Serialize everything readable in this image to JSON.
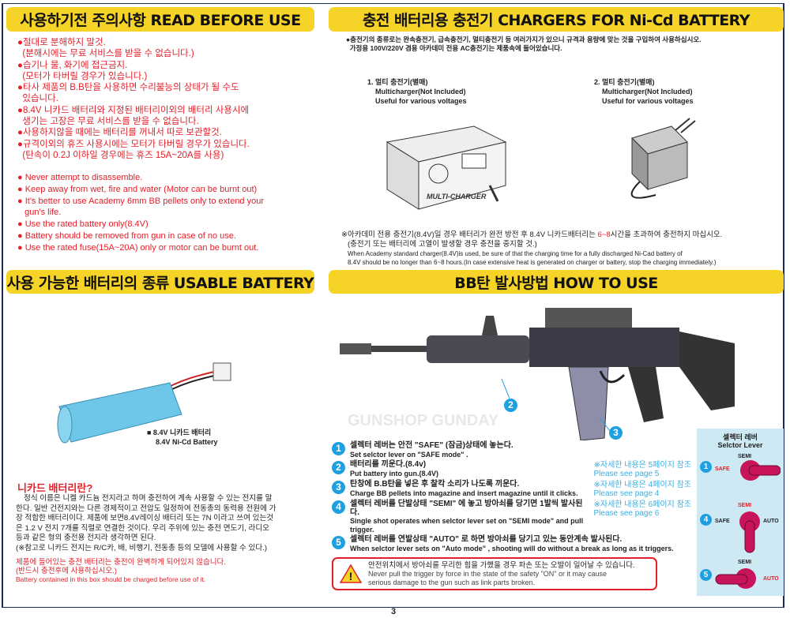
{
  "headers": {
    "read_before_use": "사용하기전 주의사항 READ BEFORE USE",
    "chargers": "충전 배터리용 충전기 CHARGERS FOR Ni-Cd BATTERY",
    "usable_battery": "사용 가능한 배터리의 종류 USABLE BATTERY",
    "how_to_use": "BB탄 발사방법 HOW TO USE"
  },
  "warnings_ko": [
    "●절대로 분해하지 말것.",
    "  (분해시에는 무료 서비스를 받을 수 없습니다.)",
    "●습기나 물, 화기에 접근금지.",
    "  (모터가 타버릴 경우가 있습니다.)",
    "●타사 제품의 B.B탄을 사용하면 수리불능의 상태가 될 수도",
    "  있습니다.",
    "●8.4V 니카드 배터리와 지정된 배터리이외의 배터리 사용시에",
    "  생기는 고장은 무료 서비스를 받을 수 없습니다.",
    "●사용하지않을 때에는 배터리를 꺼내서 따로 보관할것.",
    "●규격이외의 휴즈 사용시에는 모터가 타버릴 경우가 있습니다.",
    "  (탄속이 0.2J 이하일 경우에는 휴즈 15A~20A를 사용)"
  ],
  "warnings_en": [
    "● Never attempt to disassemble.",
    "● Keep away from wet, fire and water (Motor can be burnt out)",
    "● It's better to use Academy 6mm BB pellets only to extend your",
    "   gun's life.",
    "● Use the rated battery only(8.4V)",
    "● Battery should be removed from gun in case of no use.",
    "● Use the rated fuse(15A~20A) only or motor can be burnt out."
  ],
  "chargers": {
    "intro": [
      "●충전기의 종류로는 완속충전기, 급속충전기, 멀티충전기 등 여러가지가 있으니 규격과 용량에 맞는 것을 구입하여 사용하십시오.",
      "  가정용 100V/220V 겸용 아카데미 전용 AC충전기는 제품속에 들어있습니다."
    ],
    "item1": [
      "1. 멀티 충전기(별매)",
      "Multicharger(Not Included)",
      "Useful for various voltages"
    ],
    "item2": [
      "2. 멀티 충전기(별매)",
      "Multicharger(Not Included)",
      "Useful for various voltages"
    ],
    "device_label": "MULTI-CHARGER",
    "note_ko1a": "※아카데미 전용 충전기(8.4V)일 경우 배터리가 완전 방전 후 8.4V 니카드배터리는 ",
    "note_ko1_hl": "6~8",
    "note_ko1b": "시간을 초과하여 충전하지 마십시오.",
    "note_ko2": "(충전기 또는 배터리에 고열이 발생할 경우 충전을 중지할 것.)",
    "note_en": [
      "When Academy standard charger(8.4V)is used, be sure of that the charging time for a fully discharged Ni-Cad battery of",
      "8.4V should be no longer than 6~8 hours.(In case extensive heat is generated on charger or battery, stop the charging immediately.)"
    ]
  },
  "battery": {
    "caption": [
      "■ 8.4V 니카드 배터리",
      "8.4V Ni-Cd Battery"
    ],
    "what_title": "니카드 배터리란?",
    "what_text": [
      "정식 이름은 니켈 카드늄 전지라고 하며 충전하여 계속 사용할 수 있는 전지를 말",
      "한다. 일반 건전지와는 다른 경제적이고 전압도 일정하여 전동총의 동력용 전원에 가",
      "장 적합한 배터리이다. 제품에 보면8.4V레이싱 배터리 또는 7N 이라고 쓰여 있는것",
      "은 1.2 V 전지 7개를 직렬로 연결한 것이다. 우리 주위에 있는 충전 면도기, 라디오",
      "등과 같은 형의 충전용 전지라 생각하면 된다.",
      "(※참고로 니카드 전지는 R/C카, 배, 비행기, 전동총 등의 모델에 사용할 수 있다.)"
    ],
    "charge_note": [
      "제품에 들어있는 충전 배터리는 충전이 완벽하게 되어있지 않습니다.",
      "(반드시 충전후에 사용하십시오.)",
      "Battery contained in this box should be charged before use of it."
    ]
  },
  "steps": [
    {
      "n": "1",
      "ko": "셀렉터 레버는 안전 \"SAFE\" (잠금)상태에 놓는다.",
      "en": "Set selctor lever on  \"SAFE mode\" .",
      "ref_ko": "",
      "ref_en": ""
    },
    {
      "n": "2",
      "ko": "배터리를 끼운다.(8.4v)",
      "en": "Put battery into gun.(8.4V)",
      "ref_ko": "※자세한 내용은 5페이지 참조",
      "ref_en": "Please see page 5"
    },
    {
      "n": "3",
      "ko": "탄창에 B.B탄을 넣은 후 찰칵 소리가 나도록 끼운다.",
      "en": "Charge BB pellets into magazine and insert magazine until it clicks.",
      "ref_ko": "※자세한 내용은 4페이지 참조",
      "ref_en": "Please see page 4"
    },
    {
      "n": "4",
      "ko": "셀렉터 레버를 단발상태 \"SEMI\" 에 놓고 방아쇠를 당기면 1발씩 발사된다.",
      "en": "Single shot operates when selctor lever set on  \"SEMI mode\"  and pull trigger.",
      "ref_ko": "※자세한 내용은 6페이지 참조",
      "ref_en": "Please see page 6"
    },
    {
      "n": "5",
      "ko": "셀렉터 레버를 연발상태 \"AUTO\" 로 하면 방아쇠를 당기고 있는 동안계속 발사된다.",
      "en": "When selctor lever sets on  \"Auto mode\" , shooting will do without a break as long as it triggers.",
      "ref_ko": "",
      "ref_en": ""
    }
  ],
  "gun_callouts": [
    "2",
    "3"
  ],
  "caution": {
    "ko": "안전위치에서 방아쇠를 무리한 힘을 가했을 경우 파손 또는 오발이 일어날 수 있습니다.",
    "en": [
      "Never pull the trigger by force in the state of the safety \"ON\" or it may cause",
      "serious damage to the gun such as link parts broken."
    ]
  },
  "selector": {
    "title_ko": "셀렉터 레버",
    "title_en": "Selctor Lever",
    "semi": "SEMI",
    "safe": "SAFE",
    "auto": "AUTO",
    "rows": [
      "1",
      "4",
      "5"
    ]
  },
  "watermark": "GUNSHOP GUNDAY",
  "page_number": "3",
  "colors": {
    "header": "#f5d327",
    "red": "#e3202a",
    "blue": "#1e9fe0",
    "panel": "#cde9f3",
    "magenta": "#c8145a"
  }
}
